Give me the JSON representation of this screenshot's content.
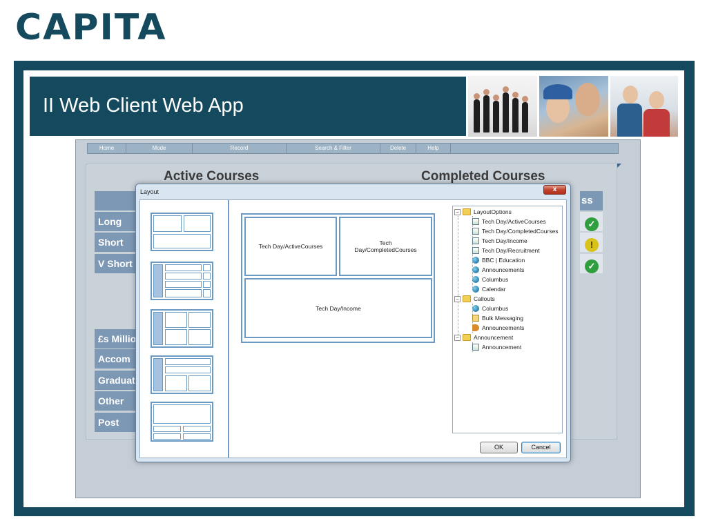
{
  "brand": {
    "logo_text": "CAPITA"
  },
  "slide": {
    "title": "II Web Client Web App"
  },
  "app": {
    "menu": [
      "Home",
      "Mode",
      "Record",
      "Search & Filter",
      "Delete",
      "Help"
    ],
    "background": {
      "heading_active": "Active Courses",
      "heading_completed": "Completed Courses",
      "column_header_fragment": "ss %",
      "rows_upper": [
        "Long",
        "Short",
        "V Short"
      ],
      "header_lower": "£s Millio",
      "rows_lower": [
        "Accom",
        "Graduat",
        "Other",
        "Post"
      ]
    },
    "colors": {
      "success": "#2e9e3e",
      "warning": "#d9c21a",
      "accent": "#154a5e"
    }
  },
  "dialog": {
    "title": "Layout",
    "close_label": "x",
    "preview": {
      "top_left": "Tech Day/ActiveCourses",
      "top_right": "Tech Day/CompletedCourses",
      "bottom": "Tech Day/Income"
    },
    "tree": {
      "layout_options": {
        "label": "LayoutOptions",
        "children": [
          {
            "label": "Tech Day/ActiveCourses",
            "icon": "report-icon"
          },
          {
            "label": "Tech Day/CompletedCourses",
            "icon": "report-icon"
          },
          {
            "label": "Tech Day/Income",
            "icon": "report-icon"
          },
          {
            "label": "Tech Day/Recruitment",
            "icon": "report-icon"
          },
          {
            "label": "BBC | Education",
            "icon": "globe-icon"
          },
          {
            "label": "Announcements",
            "icon": "globe-icon"
          },
          {
            "label": "Columbus",
            "icon": "globe-icon"
          },
          {
            "label": "Calendar",
            "icon": "globe-icon"
          }
        ]
      },
      "callouts": {
        "label": "Callouts",
        "children": [
          {
            "label": "Columbus",
            "icon": "globe-icon"
          },
          {
            "label": "Bulk Messaging",
            "icon": "envelope-icon"
          },
          {
            "label": "Announcements",
            "icon": "announcement-icon"
          }
        ]
      },
      "announcement": {
        "label": "Announcement",
        "children": [
          {
            "label": "Announcement",
            "icon": "report-icon"
          }
        ]
      }
    },
    "buttons": {
      "ok": "OK",
      "cancel": "Cancel"
    }
  }
}
